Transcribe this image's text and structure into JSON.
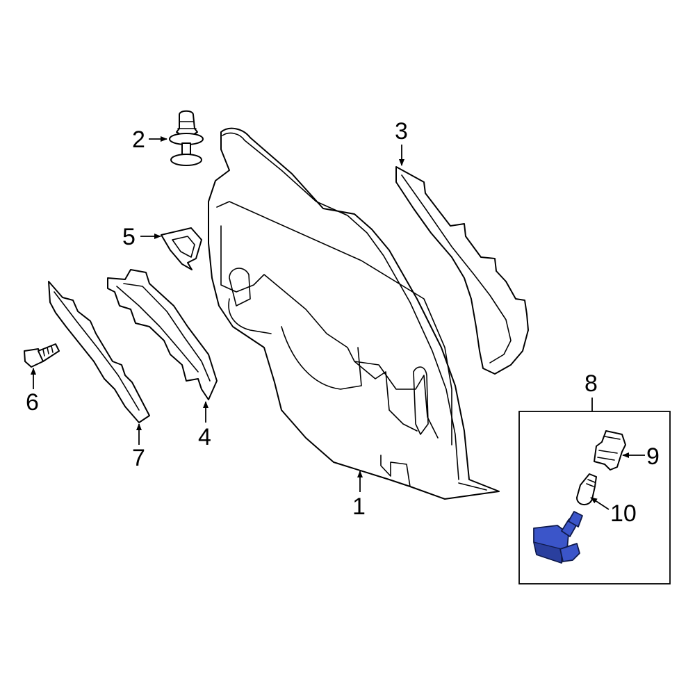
{
  "colors": {
    "highlight": "#3b55c9",
    "highlight_dark": "#2a3f9e"
  },
  "callouts": {
    "c1": "1",
    "c2": "2",
    "c3": "3",
    "c4": "4",
    "c5": "5",
    "c6": "6",
    "c7": "7",
    "c8": "8",
    "c9": "9",
    "c10": "10"
  }
}
